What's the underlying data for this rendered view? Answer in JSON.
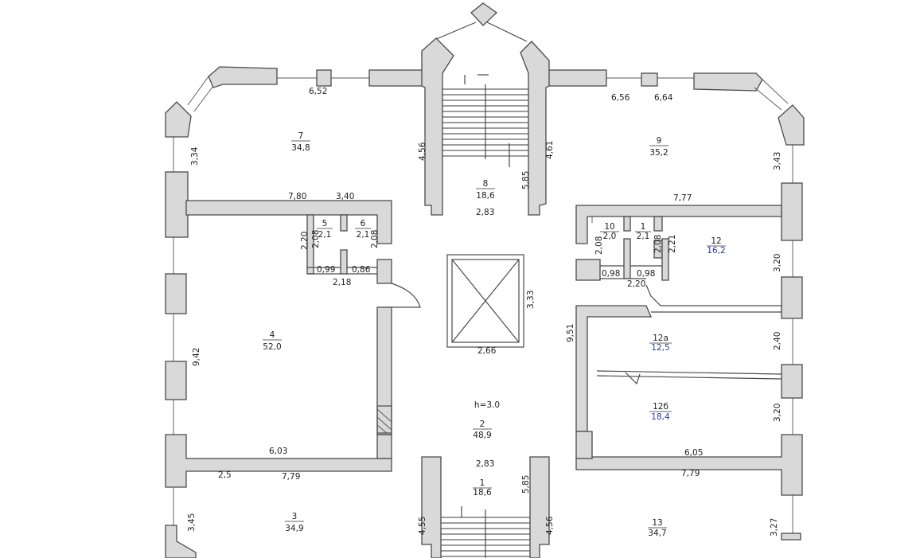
{
  "plan": {
    "ceiling_height": "h=3.0",
    "rooms": [
      {
        "num": "1",
        "area": "18,6"
      },
      {
        "num": "2",
        "area": "48,9"
      },
      {
        "num": "3",
        "area": "34,9"
      },
      {
        "num": "4",
        "area": "52,0"
      },
      {
        "num": "5",
        "area": "2,1"
      },
      {
        "num": "6",
        "area": "2,1"
      },
      {
        "num": "7",
        "area": "34,8"
      },
      {
        "num": "8",
        "area": "18,6"
      },
      {
        "num": "9",
        "area": "35,2"
      },
      {
        "num": "10",
        "area": "2,0"
      },
      {
        "num": "1",
        "area": "2,1"
      },
      {
        "num": "12",
        "area": "16,2"
      },
      {
        "num": "12а",
        "area": "12,5"
      },
      {
        "num": "12б",
        "area": "18,4"
      },
      {
        "num": "13",
        "area": "34,7"
      }
    ],
    "dims": [
      "6,52",
      "6,56",
      "6,64",
      "3,34",
      "3,43",
      "4,56",
      "4,61",
      "5,85",
      "2,83",
      "7,80",
      "3,40",
      "7,77",
      "2,20",
      "2,08",
      "2,08",
      "0,99",
      "0,86",
      "2,18",
      "2,08",
      "2,21",
      "2,08",
      "0,98",
      "0,98",
      "2,20",
      "3,20",
      "3,33",
      "2,66",
      "9,51",
      "2,40",
      "9,42",
      "3,20",
      "6,03",
      "6,05",
      "2,5",
      "7,79",
      "7,79",
      "2,83",
      "5,85",
      "3,45",
      "4,55",
      "4,56",
      "3,27"
    ]
  }
}
